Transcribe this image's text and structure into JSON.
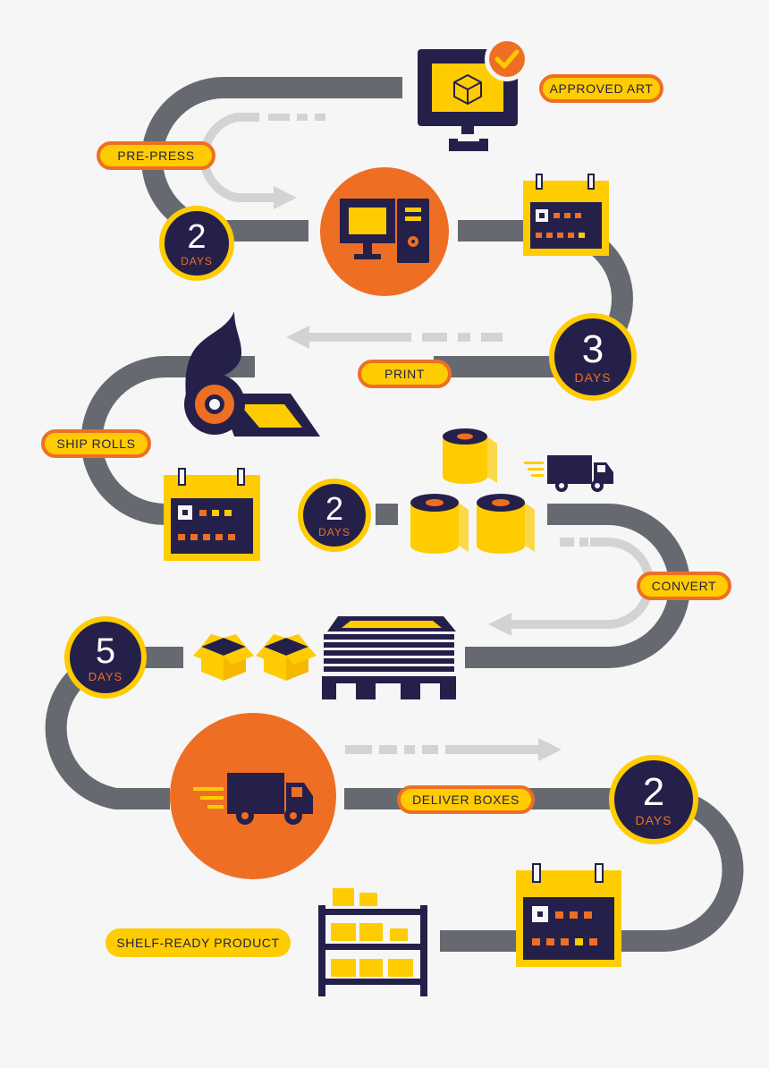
{
  "colors": {
    "road": "#666a70",
    "arrow": "#d2d3d5",
    "navy": "#25204a",
    "yellow": "#fecc00",
    "orange": "#ee6f24",
    "background": "#f6f6f6"
  },
  "stages": {
    "approved_art": "APPROVED ART",
    "pre_press": "PRE-PRESS",
    "print": "PRINT",
    "ship_rolls": "SHIP ROLLS",
    "convert": "CONVERT",
    "deliver_boxes": "DELIVER BOXES",
    "shelf_ready": "SHELF-READY PRODUCT"
  },
  "durations": {
    "unit": "DAYS",
    "pre_press": "2",
    "print": "3",
    "ship_rolls": "2",
    "convert": "5",
    "deliver_boxes": "2"
  },
  "icons": [
    "monitor-cube-icon",
    "checkmark-icon",
    "desktop-computer-icon",
    "calendar-icon",
    "label-printer-icon",
    "label-rolls-icon",
    "delivery-truck-icon",
    "stacked-sheets-pallet-icon",
    "open-box-icon",
    "storage-shelf-icon"
  ]
}
